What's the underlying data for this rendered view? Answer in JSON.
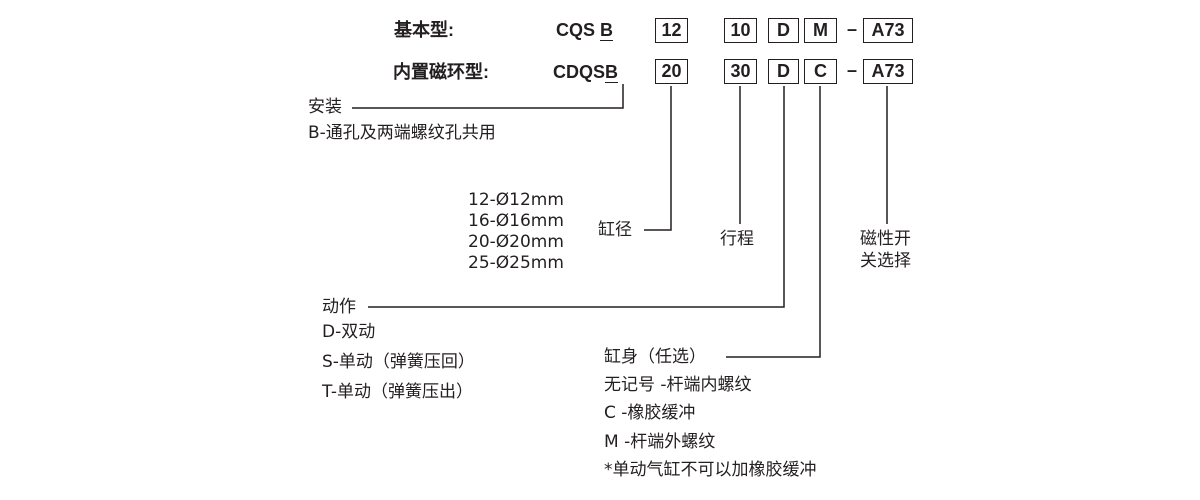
{
  "header": {
    "basic_label": "基本型:",
    "magnet_label": "内置磁环型:",
    "basic_prefix": "CQS",
    "basic_suffix": "B",
    "magnet_prefix": "CDQS",
    "magnet_suffix": "B",
    "dash": "–"
  },
  "row1": {
    "bore": "12",
    "stroke": "10",
    "action": "D",
    "body": "M",
    "switch": "A73"
  },
  "row2": {
    "bore": "20",
    "stroke": "30",
    "action": "D",
    "body": "C",
    "switch": "A73"
  },
  "mount": {
    "title": "安装",
    "desc": "B-通孔及两端螺纹孔共用"
  },
  "bore": {
    "title": "缸径",
    "options": [
      "12-Ø12mm",
      "16-Ø16mm",
      "20-Ø20mm",
      "25-Ø25mm"
    ]
  },
  "stroke": {
    "title": "行程"
  },
  "switch": {
    "line1": "磁性开",
    "line2": "关选择"
  },
  "action": {
    "title": "动作",
    "options": [
      "D-双动",
      "S-单动（弹簧压回）",
      "T-单动（弹簧压出）"
    ]
  },
  "body": {
    "title": "缸身（任选）",
    "options": [
      "无记号 -杆端内螺纹",
      "C -橡胶缓冲",
      "M -杆端外螺纹",
      "*单动气缸不可以加橡胶缓冲"
    ]
  }
}
